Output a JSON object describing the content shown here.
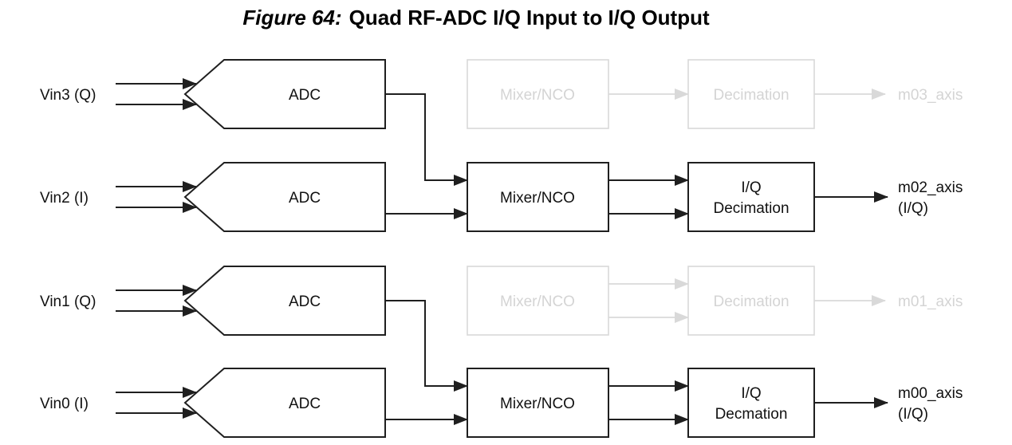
{
  "figure_caption": {
    "label": "Figure 64:",
    "title": "Quad RF-ADC I/Q Input to I/Q Output"
  },
  "colors": {
    "active_stroke": "#1f1f1f",
    "inactive_stroke": "#d9d9d9",
    "active_text": "#111111",
    "inactive_text": "#d4d4d4",
    "background": "#ffffff"
  },
  "channels": [
    {
      "name": "channel-3",
      "state": "inactive",
      "input_label": "Vin3 (Q)",
      "adc": "ADC",
      "mixer": "Mixer/NCO",
      "decimation": "Decimation",
      "output": "m03_axis"
    },
    {
      "name": "channel-2",
      "state": "active",
      "input_label": "Vin2 (I)",
      "adc": "ADC",
      "mixer": "Mixer/NCO",
      "decimation_line1": "I/Q",
      "decimation_line2": "Decimation",
      "output_line1": "m02_axis",
      "output_line2": "(I/Q)"
    },
    {
      "name": "channel-1",
      "state": "inactive",
      "input_label": "Vin1 (Q)",
      "adc": "ADC",
      "mixer": "Mixer/NCO",
      "decimation": "Decimation",
      "output": "m01_axis"
    },
    {
      "name": "channel-0",
      "state": "active",
      "input_label": "Vin0 (I)",
      "adc": "ADC",
      "mixer": "Mixer/NCO",
      "decimation_line1": "I/Q",
      "decimation_line2": "Decmation",
      "output_line1": "m00_axis",
      "output_line2": "(I/Q)"
    }
  ]
}
